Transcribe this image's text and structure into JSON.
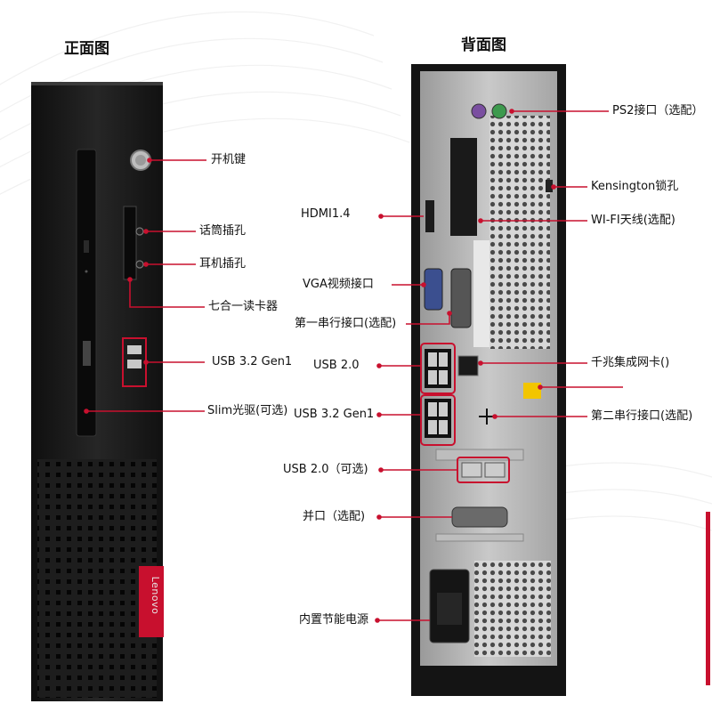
{
  "titles": {
    "front": "正面图",
    "back": "背面图"
  },
  "front_labels": {
    "power": "开机键",
    "mic": "话筒插孔",
    "headphone": "耳机插孔",
    "card_reader": "七合一读卡器",
    "usb32_front": "USB 3.2 Gen1",
    "optical": "Slim光驱(可选)"
  },
  "back_labels": {
    "ps2": "PS2接口（选配）",
    "kensington": "Kensington锁孔",
    "hdmi": "HDMI1.4",
    "wifi": "WI-FI天线(选配)",
    "vga": "VGA视频接口",
    "serial1": "第一串行接口(选配)",
    "usb20": "USB 2.0",
    "lan": "千兆集成网卡()",
    "usb32_back": "USB 3.2 Gen1",
    "serial2": "第二串行接口(选配)",
    "usb20_optional": "USB 2.0（可选)",
    "parallel": "并口（选配)",
    "psu": "内置节能电源"
  },
  "brand": "Lenovo",
  "colors": {
    "accent": "#c8102e",
    "case": "#1a1a1a"
  }
}
